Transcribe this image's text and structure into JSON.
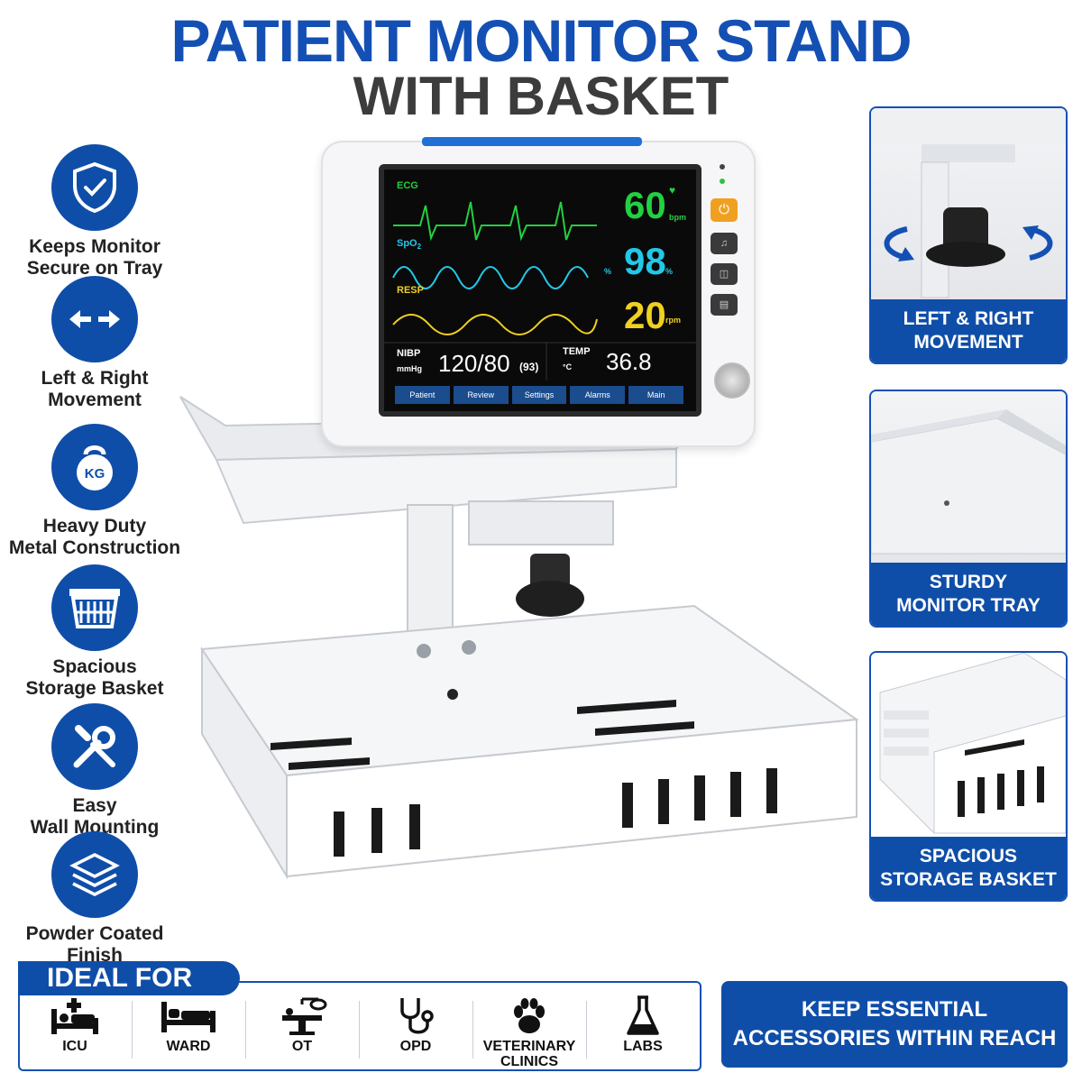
{
  "title": {
    "line1": "PATIENT MONITOR STAND",
    "line2": "WITH BASKET"
  },
  "features": [
    {
      "icon": "shield-check-icon",
      "line1": "Keeps Monitor",
      "line2": "Secure on Tray"
    },
    {
      "icon": "left-right-arrows-icon",
      "line1": "Left & Right",
      "line2": "Movement"
    },
    {
      "icon": "kettlebell-icon",
      "badge": "KG",
      "line1": "Heavy Duty",
      "line2": "Metal Construction"
    },
    {
      "icon": "basket-icon",
      "line1": "Spacious",
      "line2": "Storage Basket"
    },
    {
      "icon": "wrench-screwdriver-icon",
      "line1": "Easy",
      "line2": "Wall Mounting"
    },
    {
      "icon": "layers-icon",
      "line1": "Powder Coated",
      "line2": "Finish"
    }
  ],
  "panels": [
    {
      "line1": "LEFT & RIGHT",
      "line2": "MOVEMENT"
    },
    {
      "line1": "STURDY",
      "line2": "MONITOR TRAY"
    },
    {
      "line1": "SPACIOUS",
      "line2": "STORAGE BASKET"
    }
  ],
  "monitor": {
    "ecg_label": "ECG",
    "hr": "60",
    "hr_unit": "bpm",
    "spo2_label": "SpO",
    "spo2_sub": "2",
    "spo2": "98",
    "spo2_unit": "%",
    "spo2_unit_small": "%",
    "resp_label": "RESP",
    "resp": "20",
    "resp_unit": "rpm",
    "nibp_label": "NIBP",
    "nibp_unit": "mmHg",
    "nibp": "120/80",
    "nibp_mean": "(93)",
    "temp_label": "TEMP",
    "temp_unit": "°C",
    "temp": "36.8",
    "tabs": [
      "Patient",
      "Review",
      "Settings",
      "Alarms",
      "Main"
    ],
    "colors": {
      "ecg": "#22d040",
      "spo2": "#22c8e8",
      "resp": "#f0d020",
      "accent": "#f0a020"
    }
  },
  "ideal_for": {
    "heading": "IDEAL FOR",
    "items": [
      {
        "icon": "icu-bed-icon",
        "label1": "ICU",
        "label2": ""
      },
      {
        "icon": "ward-bed-icon",
        "label1": "WARD",
        "label2": ""
      },
      {
        "icon": "operating-table-icon",
        "label1": "OT",
        "label2": ""
      },
      {
        "icon": "stethoscope-icon",
        "label1": "OPD",
        "label2": ""
      },
      {
        "icon": "paw-icon",
        "label1": "VETERINARY",
        "label2": "CLINICS"
      },
      {
        "icon": "flask-icon",
        "label1": "LABS",
        "label2": ""
      }
    ]
  },
  "keep": {
    "line1": "KEEP ESSENTIAL",
    "line2": "ACCESSORIES WITHIN REACH"
  },
  "colors": {
    "brand": "#1450b4",
    "dark": "#3c3c3c"
  }
}
